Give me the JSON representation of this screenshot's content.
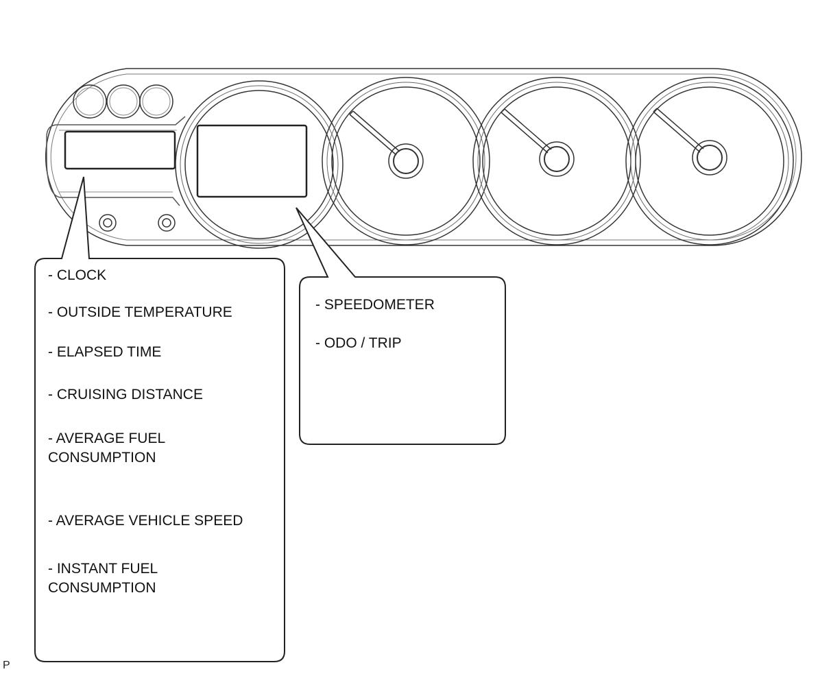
{
  "left_callout": {
    "items": [
      "- CLOCK",
      "- OUTSIDE TEMPERATURE",
      "- ELAPSED TIME",
      "- CRUISING DISTANCE",
      "- AVERAGE FUEL\nCONSUMPTION",
      "- AVERAGE VEHICLE SPEED",
      "- INSTANT FUEL\nCONSUMPTION"
    ]
  },
  "right_callout": {
    "items": [
      "- SPEEDOMETER",
      "- ODO / TRIP"
    ]
  },
  "corner_mark": "P",
  "colors": {
    "line": "#222222",
    "light_line": "#777777",
    "background": "#ffffff"
  }
}
